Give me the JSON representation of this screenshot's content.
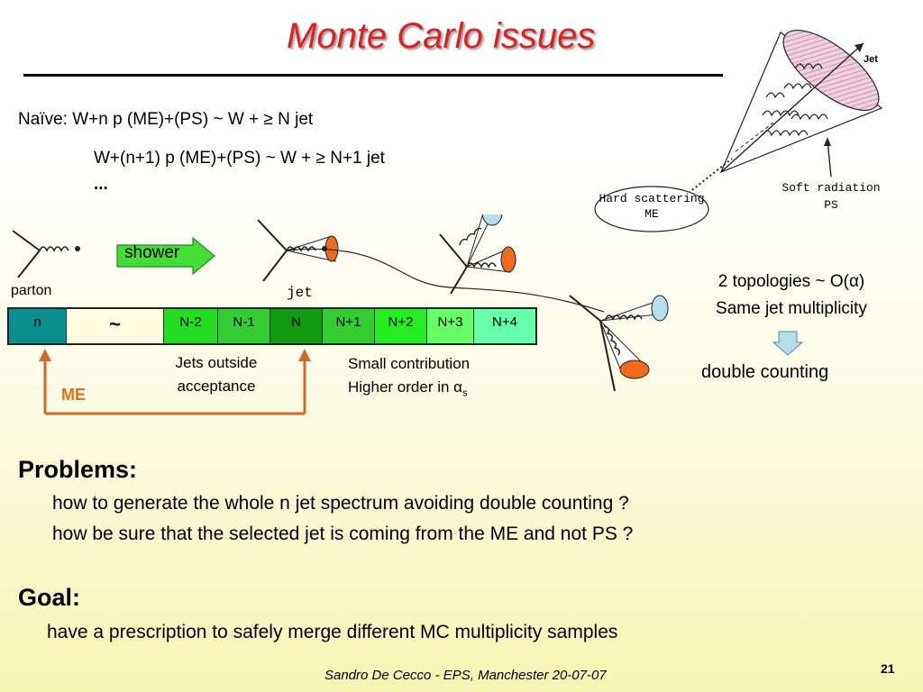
{
  "title": "Monte Carlo issues",
  "naive": {
    "line1": "Naïve: W+n p (ME)+(PS) ~ W + ≥ N jet",
    "line2": "W+(n+1) p (ME)+(PS) ~ W + ≥ N+1 jet",
    "line3": "..."
  },
  "diagram": {
    "jet_label": "Jet",
    "hard_scattering": "Hard scattering",
    "me_label": "ME",
    "soft_radiation": "Soft radiation",
    "ps_label": "PS",
    "shower_label": "shower",
    "parton_label": "parton",
    "jet_lower": "jet"
  },
  "bar_cells": [
    {
      "label": "n",
      "color": "#0a8f8f"
    },
    {
      "label": "~",
      "color": "#fffde0"
    },
    {
      "label": "N-2",
      "color": "#22dd22"
    },
    {
      "label": "N-1",
      "color": "#33cc33"
    },
    {
      "label": "N",
      "color": "#119911"
    },
    {
      "label": "N+1",
      "color": "#33cc33"
    },
    {
      "label": "N+2",
      "color": "#22ee22"
    },
    {
      "label": "N+3",
      "color": "#66ff66"
    },
    {
      "label": "N+4",
      "color": "#66ffaa"
    }
  ],
  "notes": {
    "jets_outside_1": "Jets  outside",
    "jets_outside_2": "acceptance",
    "small_contrib": "Small contribution",
    "higher_order": "Higher order in α",
    "higher_order_sub": "s",
    "me_arrow_label": "ME",
    "topologies": "2 topologies ~ O(α)",
    "same_mult": "Same jet multiplicity",
    "double_counting": "double counting"
  },
  "problems": {
    "heading": "Problems:",
    "items": [
      "how to generate the whole n jet spectrum avoiding double counting ?",
      "how be sure that the selected jet is coming from the ME and not PS ?"
    ]
  },
  "goal": {
    "heading": "Goal:",
    "text": "have a prescription to safely merge different MC multiplicity samples"
  },
  "footer": "Sandro De Cecco  -  EPS, Manchester 20-07-07",
  "page_number": "21",
  "colors": {
    "title": "#e02020",
    "arrow_orange": "#d2692a",
    "me_text": "#e07020",
    "shower_green": "#44dd33"
  }
}
